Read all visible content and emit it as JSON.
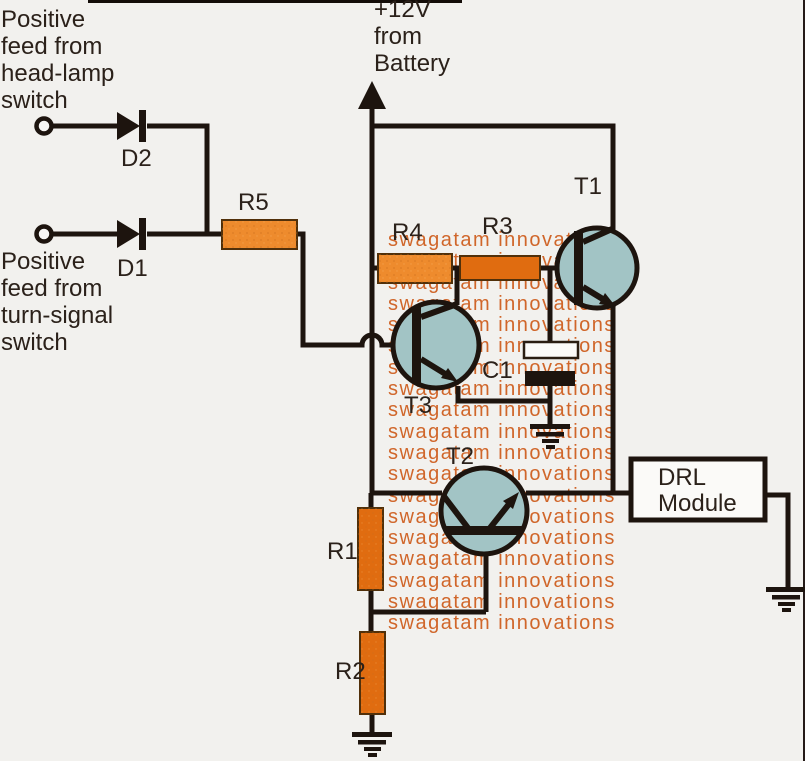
{
  "diagram": {
    "annotations": {
      "feed_headlamp": "Positive\nfeed from\nhead-lamp\nswitch",
      "feed_turnsignal": "Positive\nfeed from\nturn-signal\nswitch",
      "battery": "+12V\nfrom\nBattery",
      "drl_module": "DRL\nModule"
    },
    "components": {
      "d2": "D2",
      "d1": "D1",
      "r5": "R5",
      "r4": "R4",
      "r3": "R3",
      "r1": "R1",
      "r2": "R2",
      "t1": "T1",
      "t2": "T2",
      "t3": "T3",
      "c1": "C1"
    },
    "watermark": {
      "text": "swagatam innovations",
      "rows": 19
    },
    "colors": {
      "background": "#f2f1ee",
      "wire": "#1d140e",
      "transistor_fill": "#a2c4c5",
      "resistor_light": "#ee8b2d",
      "resistor_dark": "#e06c10",
      "resistor_border": "#51300a",
      "watermark": "#cf5f20",
      "text": "#2b211a"
    }
  }
}
